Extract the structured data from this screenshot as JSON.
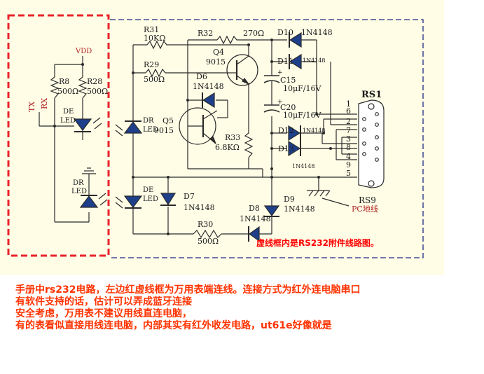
{
  "colors": {
    "panel": "#fffde6",
    "wire": "#2b2b2b",
    "dash_red": "#e8242a",
    "dash_blue": "#1d2a86",
    "caption": "#ff0000",
    "notes": "#ff3300",
    "vdd": "#b22222"
  },
  "labels": {
    "vdd": "VDD",
    "tx": "TX",
    "rx": "RX",
    "r8": "R8",
    "r8_val": "500Ω",
    "r28": "R28",
    "r28_val": "500Ω",
    "de": "DE",
    "led": "LED",
    "dr": "DR",
    "r31": "R31",
    "r31_val": "10KΩ",
    "r29": "R29",
    "r29_val": "500Ω",
    "r32": "R32",
    "r32_val": "270Ω",
    "r33": "R33",
    "r33_val": "6.8KΩ",
    "r30": "R30",
    "r30_val": "500Ω",
    "q4": "Q4",
    "q4_val": "9015",
    "q5": "Q5",
    "q5_val": "9015",
    "d6": "D6",
    "d7": "D7",
    "d8": "D8",
    "d9": "D9",
    "d10": "D10",
    "d11": "D11",
    "d12": "D12",
    "d13": "D13",
    "diode_val": "1N4148",
    "c15": "C15",
    "c20": "C20",
    "cap_val": "10μF/16V",
    "rs1": "RS1",
    "rs9": "RS9",
    "pc_gnd": "PC地线",
    "pins": [
      "1",
      "6",
      "2",
      "7",
      "3",
      "8",
      "4",
      "9",
      "5"
    ],
    "caption": "虚线框内是RS232附件线路图。"
  },
  "notes": [
    "手册中rs232电路，左边红虚线框为万用表端连线。连接方式为红外连电脑串口",
    "有软件支持的话，估计可以弄成蓝牙连接",
    "安全考虑，万用表不建议用线直连电脑，",
    "有的表看似直接用线连电脑，内部其实有红外收发电路，ut61e好像就是"
  ]
}
